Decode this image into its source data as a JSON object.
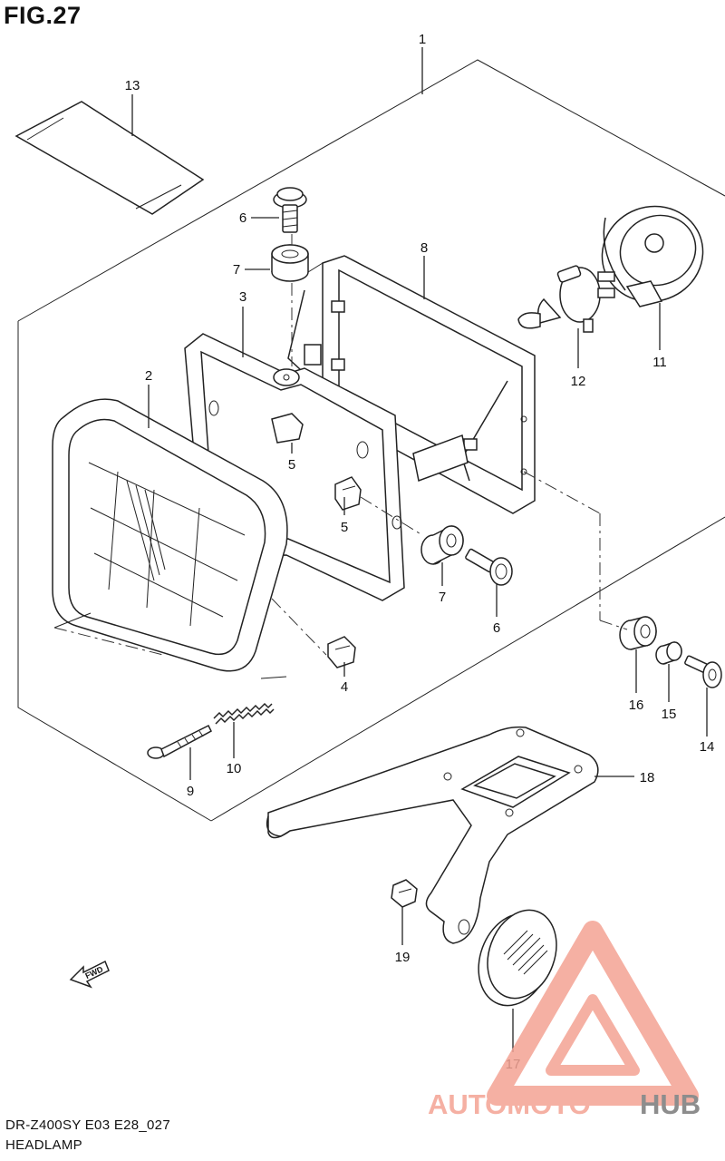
{
  "figure": {
    "title": "FIG.27",
    "model_code": "DR-Z400SY E03 E28_027",
    "description": "HEADLAMP"
  },
  "callouts": [
    {
      "id": "1",
      "label": "1"
    },
    {
      "id": "2",
      "label": "2"
    },
    {
      "id": "3",
      "label": "3"
    },
    {
      "id": "4",
      "label": "4"
    },
    {
      "id": "5a",
      "label": "5"
    },
    {
      "id": "5b",
      "label": "5"
    },
    {
      "id": "6a",
      "label": "6"
    },
    {
      "id": "6b",
      "label": "6"
    },
    {
      "id": "7a",
      "label": "7"
    },
    {
      "id": "7b",
      "label": "7"
    },
    {
      "id": "8",
      "label": "8"
    },
    {
      "id": "9",
      "label": "9"
    },
    {
      "id": "10",
      "label": "10"
    },
    {
      "id": "11",
      "label": "11"
    },
    {
      "id": "12",
      "label": "12"
    },
    {
      "id": "13",
      "label": "13"
    },
    {
      "id": "14",
      "label": "14"
    },
    {
      "id": "15",
      "label": "15"
    },
    {
      "id": "16",
      "label": "16"
    },
    {
      "id": "17",
      "label": "17"
    },
    {
      "id": "18",
      "label": "18"
    },
    {
      "id": "19",
      "label": "19"
    }
  ],
  "fwd_arrow": {
    "label": "FWD"
  },
  "watermark": {
    "part1": "AUTOMOTO",
    "part2": "HUB",
    "color_primary": "#f4a394",
    "color_secondary": "#7a7a7a"
  },
  "colors": {
    "line": "#222222",
    "background": "#ffffff"
  }
}
